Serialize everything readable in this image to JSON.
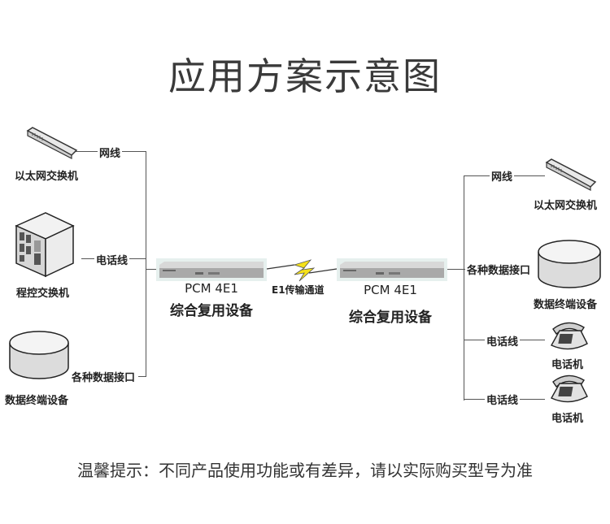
{
  "title": "应用方案示意图",
  "left": {
    "devices": [
      {
        "name": "以太网交换机",
        "link": "网线",
        "icon": "ethernet-switch-icon"
      },
      {
        "name": "程控交换机",
        "link": "电话线",
        "icon": "pbx-server-icon"
      },
      {
        "name": "数据终端设备",
        "link": "各种数据接口",
        "icon": "data-terminal-icon"
      }
    ]
  },
  "center": {
    "left_pcm": {
      "model": "PCM 4E1",
      "desc": "综合复用设备"
    },
    "right_pcm": {
      "model": "PCM 4E1",
      "desc": "综合复用设备"
    },
    "channel": "E1传输通道",
    "lightning_color": "#f5e11a"
  },
  "right": {
    "devices": [
      {
        "name": "以太网交换机",
        "link": "网线",
        "icon": "ethernet-switch-icon"
      },
      {
        "name": "数据终端设备",
        "link": "各种数据接口",
        "icon": "data-terminal-icon"
      },
      {
        "name": "电话机",
        "link": "电话线",
        "icon": "telephone-icon"
      },
      {
        "name": "电话机",
        "link": "电话线",
        "icon": "telephone-icon"
      }
    ]
  },
  "note": "温馨提示：不同产品使用功能或有差异，请以实际购买型号为准"
}
